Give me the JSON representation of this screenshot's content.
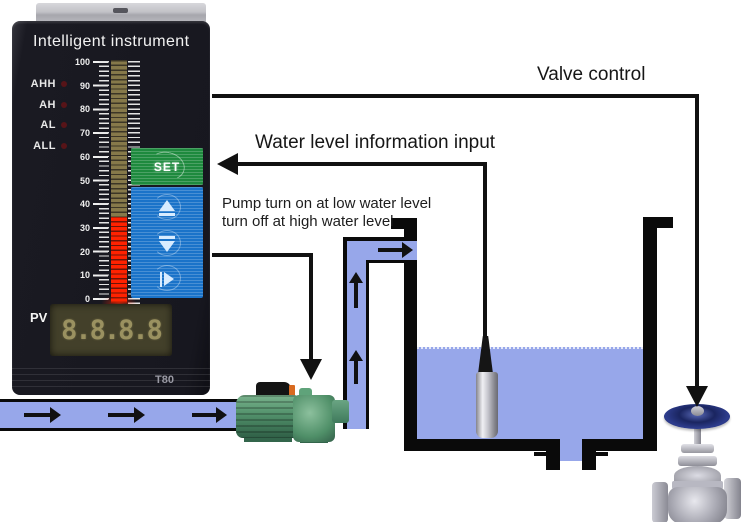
{
  "instrument": {
    "title": "Intelligent instrument",
    "model": "T80",
    "pv_label": "PV",
    "display_value": "8.8.8.8",
    "set_label": "SET",
    "alarm_labels": [
      "AHH",
      "AH",
      "AL",
      "ALL"
    ],
    "scale_ticks": [
      "100",
      "90",
      "80",
      "70",
      "60",
      "50",
      "40",
      "30",
      "20",
      "10",
      "0"
    ]
  },
  "annotations": {
    "valve_control": "Valve control",
    "water_level_input": "Water level information input",
    "pump_note_line1": "Pump turn on at low water level",
    "pump_note_line2": "turn off at high water level"
  },
  "colors": {
    "pipe_water_blue": "#97a7ea",
    "line_black": "#111111",
    "bar_lit_red": "#ff2200",
    "bar_unlit_olive": "#86794a",
    "set_button_green": "#1e8a3e",
    "keypad_blue": "#1a73c9",
    "digit_olive": "#9a9160",
    "pump_green": "#4f9069",
    "valve_handwheel_blue": "#27357e"
  }
}
